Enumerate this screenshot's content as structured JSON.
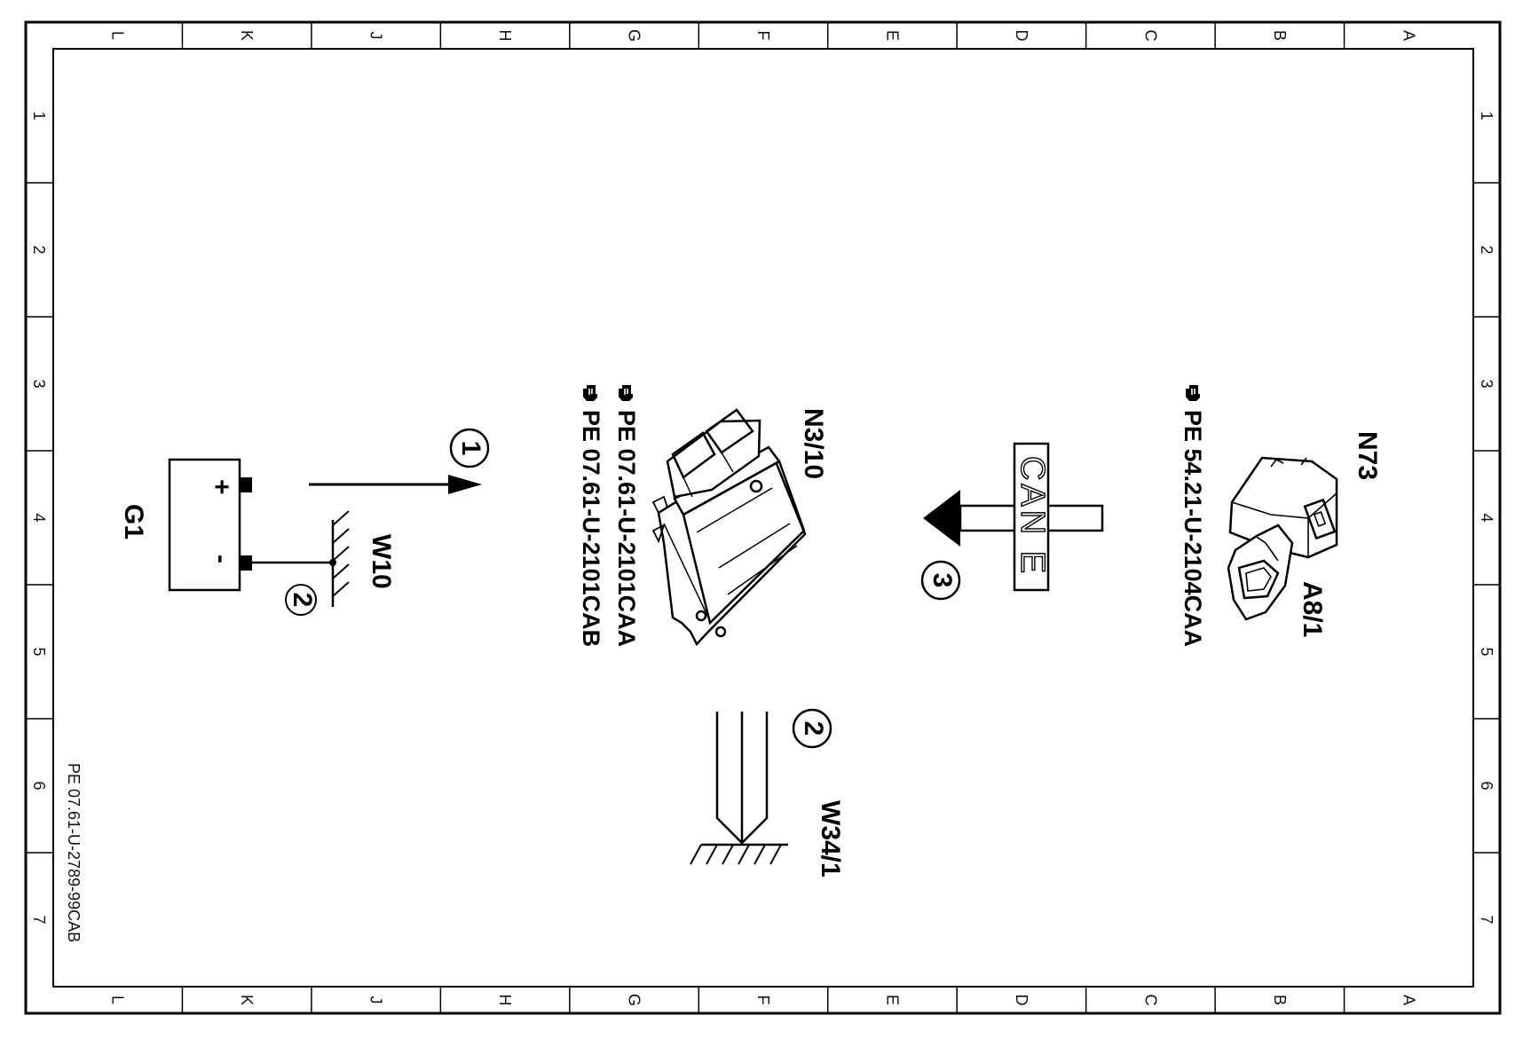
{
  "border": {
    "columns": [
      "L",
      "K",
      "J",
      "H",
      "G",
      "F",
      "E",
      "D",
      "C",
      "B",
      "A"
    ],
    "rows": [
      "1",
      "2",
      "3",
      "4",
      "5",
      "6",
      "7"
    ]
  },
  "document_id": "PE 07.61-U-2789-99CAB",
  "components": {
    "battery": {
      "id": "G1",
      "plus": "+",
      "minus": "-"
    },
    "ground_w10": {
      "id": "W10"
    },
    "ground_w34": {
      "id": "W34/1"
    },
    "ecu": {
      "id": "N3/10",
      "refs": [
        "PE  07.61-U-2101CAA",
        "PE  07.61-U-2101CAB"
      ]
    },
    "ignition": {
      "id": "N73",
      "key_id": "A8/1",
      "ref": "PE  54.21-U-2104CAA"
    }
  },
  "bus": {
    "label": "CAN E"
  },
  "markers": {
    "m1": "1",
    "m2a": "2",
    "m2b": "2",
    "m3": "3"
  },
  "icons": [
    "pointing-hand-icon"
  ]
}
